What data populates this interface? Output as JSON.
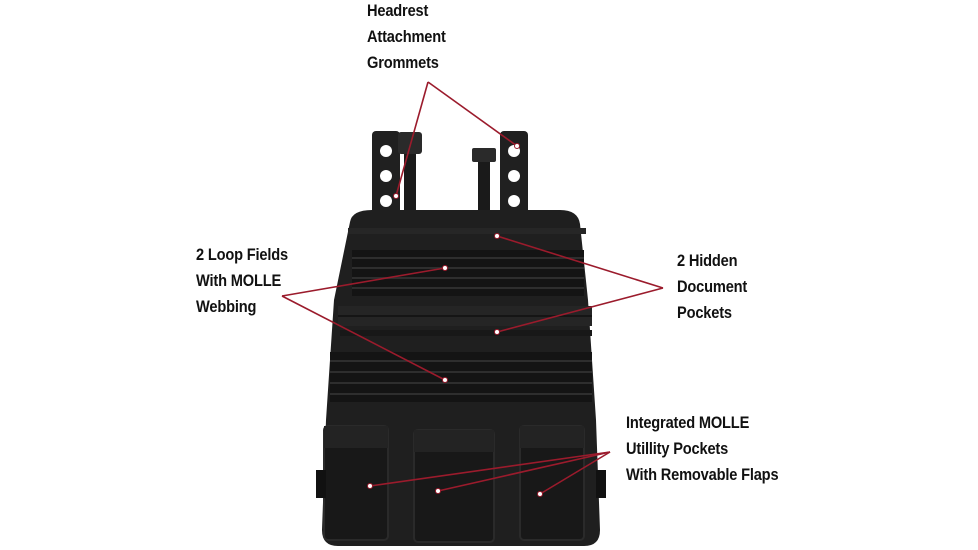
{
  "callouts": {
    "grommets": [
      "Headrest",
      "Attachment",
      "Grommets"
    ],
    "loop_fields": [
      "2 Loop Fields",
      "With MOLLE",
      "Webbing"
    ],
    "hidden_pockets": [
      "2 Hidden",
      "Document",
      "Pockets"
    ],
    "utility_pockets": [
      "Integrated MOLLE",
      "Utillity Pockets",
      "With Removable Flaps"
    ]
  },
  "colors": {
    "leader_line": "#9b1b2c",
    "product": "#1c1c1c",
    "background": "#ffffff"
  }
}
